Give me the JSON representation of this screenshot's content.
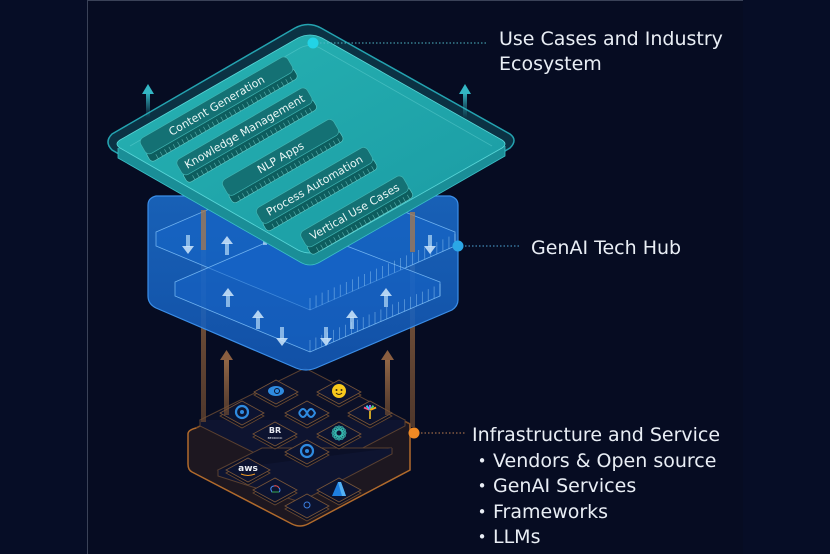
{
  "layers": {
    "use_cases": {
      "title_line1": "Use Cases and Industry",
      "title_line2": "Ecosystem",
      "items": [
        "Content Generation",
        "Knowledge Management",
        "NLP Apps",
        "Process Automation",
        "Vertical Use Cases"
      ],
      "color": "#1fa8ac",
      "dot_color": "#22d3e6"
    },
    "tech_hub": {
      "title": "GenAI Tech Hub",
      "color": "#1565c0",
      "dot_color": "#2ba7e6"
    },
    "infrastructure": {
      "title": "Infrastructure and Service",
      "bullets": [
        "Vendors & Open source",
        "GenAI Services",
        "Frameworks",
        "LLMs"
      ],
      "bullet_glyph": "•",
      "color": "#b06a2c",
      "dot_color": "#f08a24",
      "logos": [
        {
          "name": "azure-ai-search-icon"
        },
        {
          "name": "hugging-face-icon"
        },
        {
          "name": "openai-compatible-icon"
        },
        {
          "name": "meta-icon"
        },
        {
          "name": "palm-icon"
        },
        {
          "name": "bedrock-icon",
          "text": "BEDROCK"
        },
        {
          "name": "openai-icon"
        },
        {
          "name": "ring-service-icon"
        },
        {
          "name": "aws-icon",
          "text": "aws"
        },
        {
          "name": "google-cloud-icon"
        },
        {
          "name": "azure-icon"
        },
        {
          "name": "langchain-icon"
        }
      ]
    }
  }
}
